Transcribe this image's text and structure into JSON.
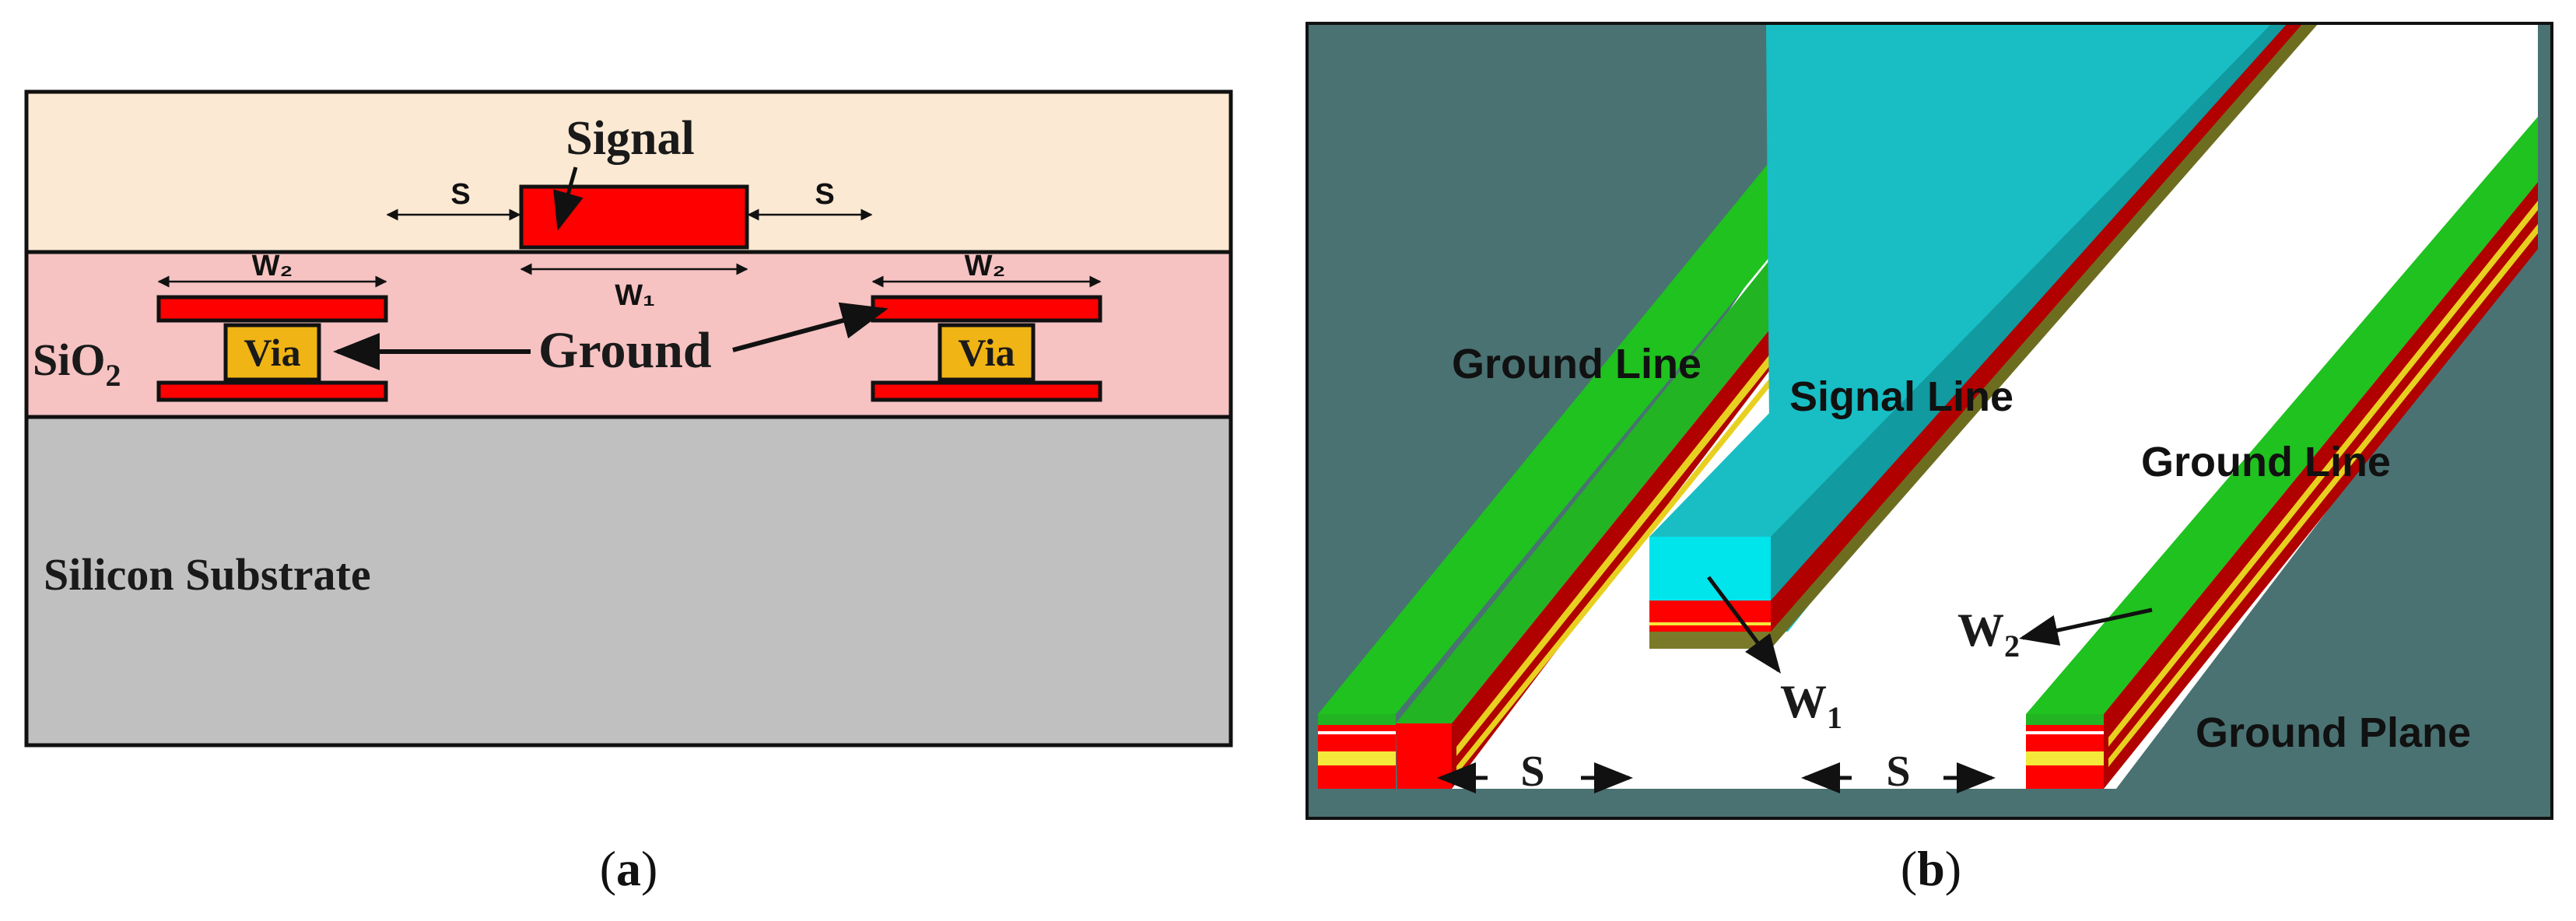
{
  "panel_a": {
    "signal": "Signal",
    "s_left": "S",
    "s_right": "S",
    "w1": "W₁",
    "w2_left": "W₂",
    "w2_right": "W₂",
    "sio2": "SiO",
    "sio2_sub": "2",
    "via_left": "Via",
    "via_right": "Via",
    "ground": "Ground",
    "substrate": "Silicon Substrate",
    "caption_open": "(",
    "caption_letter": "a",
    "caption_close": ")"
  },
  "panel_b": {
    "ground_line_left": "Ground Line",
    "signal_line": "Signal Line",
    "ground_line_right": "Ground Line",
    "ground_plane": "Ground Plane",
    "w1": "W",
    "w1_sub": "1",
    "w2": "W",
    "w2_sub": "2",
    "s_left": "S",
    "s_right": "S",
    "caption_open": "(",
    "caption_letter": "b",
    "caption_close": ")"
  },
  "colors": {
    "oxide_top": "#fbe9d3",
    "oxide": "#f6c2c2",
    "substrate": "#c0c0c0",
    "metal_red": "#ff0000",
    "via_gold": "#f0b414",
    "background_3d": "#4a7272",
    "green": "#22b422",
    "cyan": "#18bec4",
    "cyan_dark": "#119aa0"
  }
}
